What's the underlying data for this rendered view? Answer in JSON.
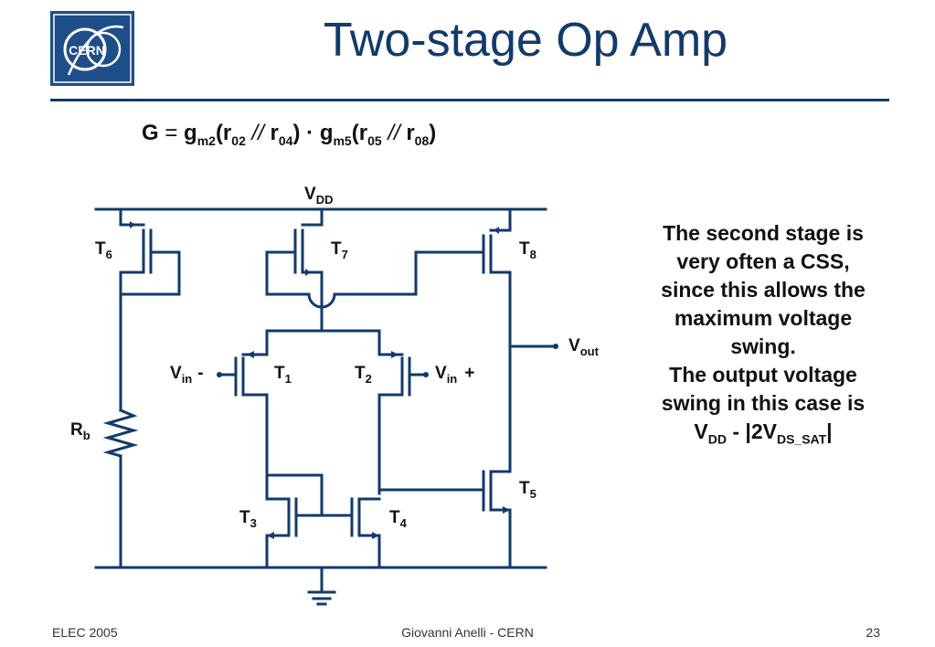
{
  "logo": {
    "text": "CERN"
  },
  "slide": {
    "title": "Two-stage Op Amp"
  },
  "formula": {
    "lhs": "G",
    "eq": "=",
    "g1": "g",
    "g1_sub": "m2",
    "r1": "(r",
    "r1_sub": "02",
    "par1": "//",
    "r2": "r",
    "r2_sub": "04",
    "close1": ")",
    "dot": "·",
    "g2": "g",
    "g2_sub": "m5",
    "r3": "(r",
    "r3_sub": "05",
    "par2": "//",
    "r4": "r",
    "r4_sub": "08",
    "close2": ")"
  },
  "circuit": {
    "vdd": "V",
    "vdd_sub": "DD",
    "t6": "T",
    "t6_sub": "6",
    "t7": "T",
    "t7_sub": "7",
    "t8": "T",
    "t8_sub": "8",
    "t1": "T",
    "t1_sub": "1",
    "t2": "T",
    "t2_sub": "2",
    "t3": "T",
    "t3_sub": "3",
    "t4": "T",
    "t4_sub": "4",
    "t5": "T",
    "t5_sub": "5",
    "rb": "R",
    "rb_sub": "b",
    "vout": "V",
    "vout_sub": "out",
    "vin_minus": "V",
    "vin_minus_sub": "in",
    "vin_minus_sign": "-",
    "vin_plus": "V",
    "vin_plus_sub": "in",
    "vin_plus_sign": "+"
  },
  "explanation": {
    "line1": "The second stage is",
    "line2": "very often a CSS,",
    "line3": "since this allows the",
    "line4": "maximum voltage",
    "line5": "swing.",
    "line6": "The output voltage",
    "line7": "swing in this case is",
    "v": "V",
    "v_sub": "DD",
    "mid": " - |2V",
    "sat_sub": "DS_SAT",
    "end": "|"
  },
  "footer": {
    "left": "ELEC 2005",
    "center": "Giovanni Anelli - CERN",
    "right": "23"
  },
  "colors": {
    "primary": "#123a6b"
  }
}
